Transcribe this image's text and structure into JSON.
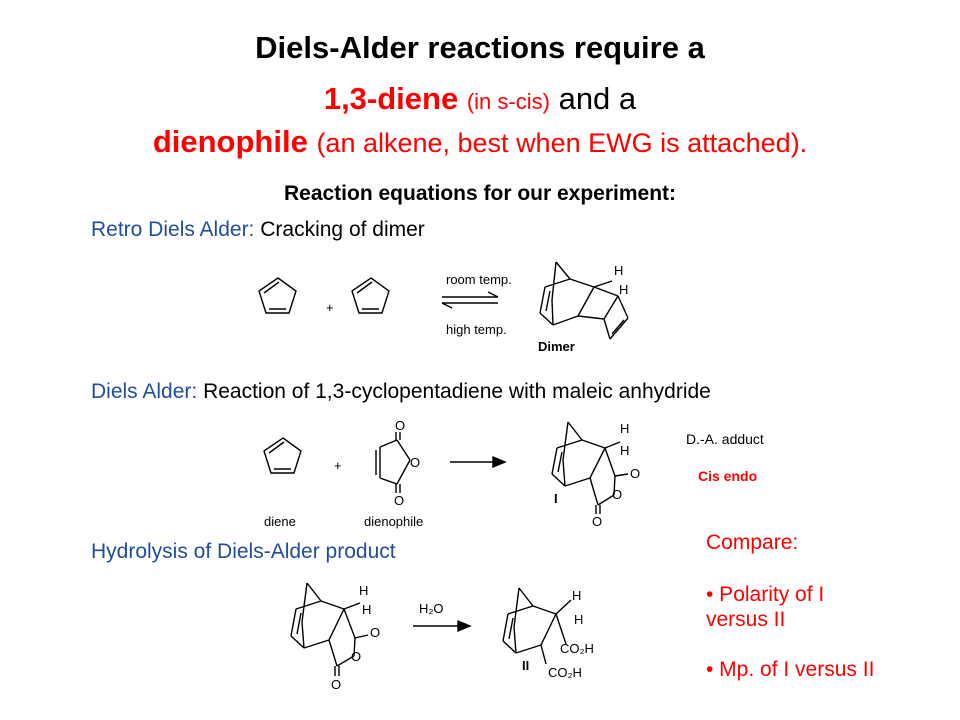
{
  "title": {
    "line1": "Diels-Alder reactions require a",
    "line2_main": "1,3-diene",
    "line2_paren": "(in s-cis)",
    "line2_tail": "and a",
    "line3_main": "dienophile",
    "line3_paren": "(an alkene, best when EWG is attached)."
  },
  "subheading": "Reaction equations for our experiment:",
  "retro": {
    "heading_blue": "Retro Diels Alder:",
    "heading_black": "Cracking of dimer",
    "plus": "+",
    "arrow_top": "room temp.",
    "arrow_bottom": "high temp.",
    "product_label": "Dimer",
    "h1": "H",
    "h2": "H"
  },
  "diels_alder": {
    "heading_blue": "Diels Alder:",
    "heading_black": "Reaction of 1,3-cyclopentadiene with maleic anhydride",
    "diene_label": "diene",
    "dienophile_label": "dienophile",
    "plus": "+",
    "adduct_label": "D.-A. adduct",
    "cis_endo": "Cis endo",
    "roman": "I",
    "h1": "H",
    "h2": "H",
    "o": "O"
  },
  "hydrolysis": {
    "heading": "Hydrolysis of Diels-Alder product",
    "reagent": "H₂O",
    "roman2": "II",
    "co2h": "CO₂H",
    "h": "H",
    "o": "O"
  },
  "compare": {
    "title": "Compare:",
    "item1_line1": "• Polarity of I",
    "item1_line2": "versus II",
    "item2": "• Mp. of I versus II"
  },
  "colors": {
    "red": "#ff0000",
    "blue": "#1f4e9a"
  }
}
